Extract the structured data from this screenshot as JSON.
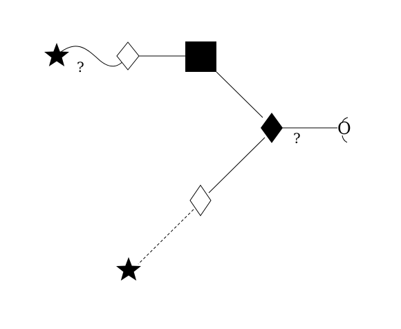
{
  "diagram": {
    "nodes": [
      {
        "id": "star-top",
        "shape": "star",
        "fill": "#000000"
      },
      {
        "id": "diamond-top",
        "shape": "diamond",
        "fill": "#ffffff"
      },
      {
        "id": "square",
        "shape": "square",
        "fill": "#000000"
      },
      {
        "id": "diamond-center",
        "shape": "diamond",
        "fill": "#000000"
      },
      {
        "id": "diamond-lower",
        "shape": "diamond",
        "fill": "#ffffff"
      },
      {
        "id": "star-bottom",
        "shape": "star",
        "fill": "#000000"
      },
      {
        "id": "terminal-symbol",
        "shape": "text"
      }
    ],
    "edges": [
      {
        "from": "star-top",
        "to": "diamond-top",
        "style": "wavy"
      },
      {
        "from": "diamond-top",
        "to": "square",
        "style": "solid"
      },
      {
        "from": "square",
        "to": "diamond-center",
        "style": "solid"
      },
      {
        "from": "diamond-center",
        "to": "terminal-symbol",
        "style": "solid"
      },
      {
        "from": "diamond-center",
        "to": "diamond-lower",
        "style": "solid"
      },
      {
        "from": "diamond-lower",
        "to": "star-bottom",
        "style": "dashed"
      }
    ],
    "labels": {
      "q1": "?",
      "q2": "?",
      "terminal": "O"
    }
  }
}
